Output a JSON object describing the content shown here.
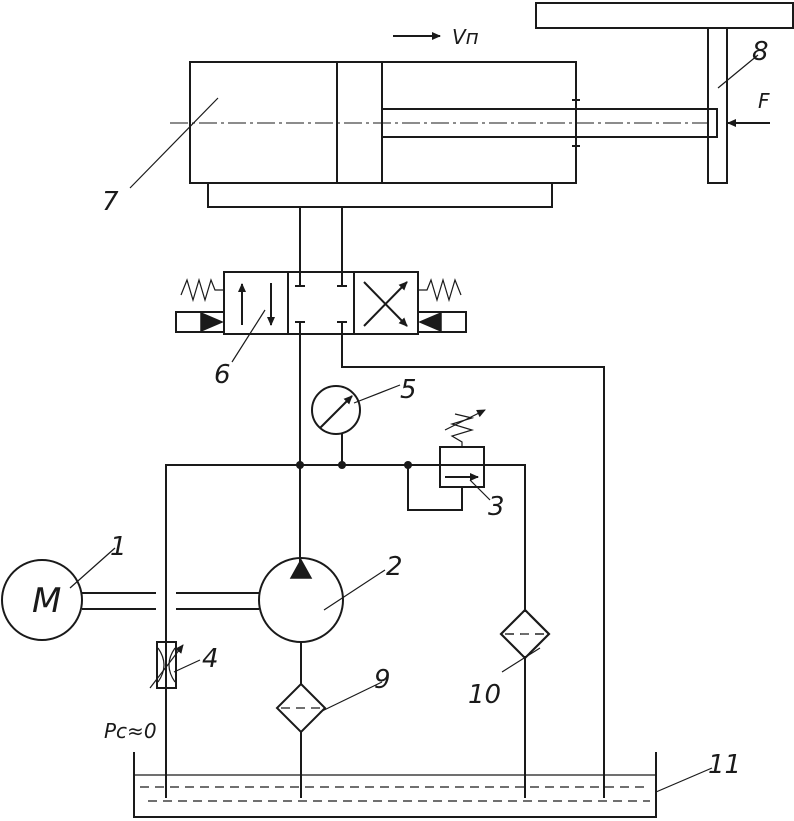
{
  "diagram": {
    "labels": {
      "motor_symbol": "M",
      "velocity": "Vп",
      "force": "F",
      "tank_pressure": "Pс≈0"
    },
    "components": [
      {
        "num": "1"
      },
      {
        "num": "2"
      },
      {
        "num": "3"
      },
      {
        "num": "4"
      },
      {
        "num": "5"
      },
      {
        "num": "6"
      },
      {
        "num": "7"
      },
      {
        "num": "8"
      },
      {
        "num": "9"
      },
      {
        "num": "10"
      },
      {
        "num": "11"
      }
    ]
  }
}
